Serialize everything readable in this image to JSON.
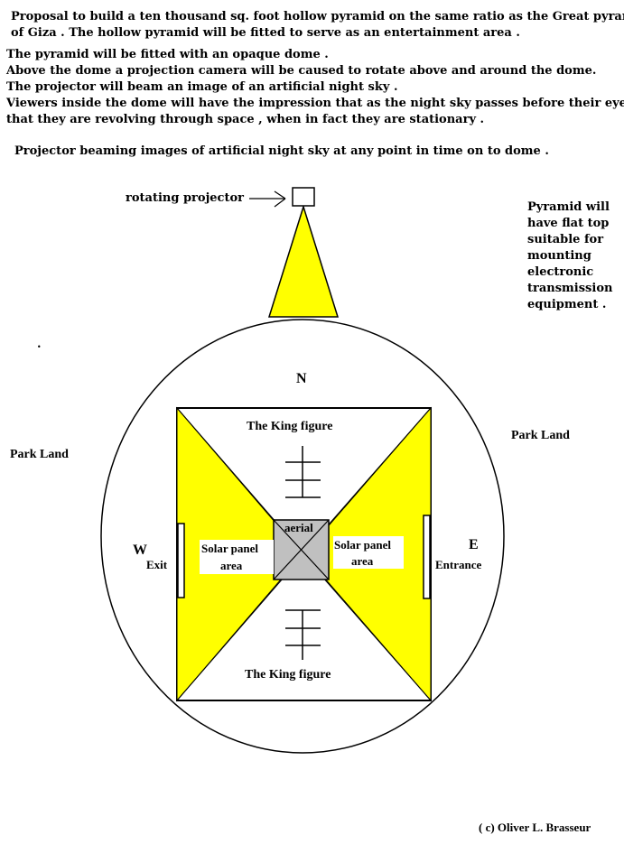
{
  "intro": {
    "line1": "Proposal to build a ten thousand sq. foot hollow pyramid on the same ratio as the Great pyramid",
    "line2": "of Giza . The hollow pyramid will be fitted to serve as an entertainment area ."
  },
  "details": {
    "line1": "The pyramid will be fitted with an opaque dome .",
    "line2": "Above the dome a projection camera will be caused to rotate above and around the dome.",
    "line3": "The projector will beam an image of an artificial night sky .",
    "line4": "Viewers inside the dome will have the impression that as the night sky passes before their eyes ,",
    "line5": "that they are revolving through space , when in fact they are stationary ."
  },
  "projector_caption": "Projector beaming images of artificial night sky at any point in time on to dome .",
  "projector_label": "rotating projector",
  "side_note": {
    "line1": "Pyramid will",
    "line2": "have flat top",
    "line3": "suitable for",
    "line4": "mounting",
    "line5": "electronic",
    "line6": "transmission",
    "line7": "equipment ."
  },
  "stray_dot": ".",
  "compass": {
    "north": "N",
    "west": "W",
    "east": "E"
  },
  "park_left": "Park Land",
  "park_right": "Park Land",
  "king_top": "The King figure",
  "king_bottom": "The King figure",
  "aerial": "aerial",
  "solar_left": {
    "line1": "Solar panel",
    "line2": "area"
  },
  "solar_right": {
    "line1": "Solar panel",
    "line2": "area"
  },
  "exit": "Exit",
  "entrance": "Entrance",
  "copyright": "( c) Oliver L. Brasseur",
  "colors": {
    "yellow": "#ffff00",
    "grey": "#c0c0c0",
    "black": "#000000",
    "white": "#ffffff"
  }
}
